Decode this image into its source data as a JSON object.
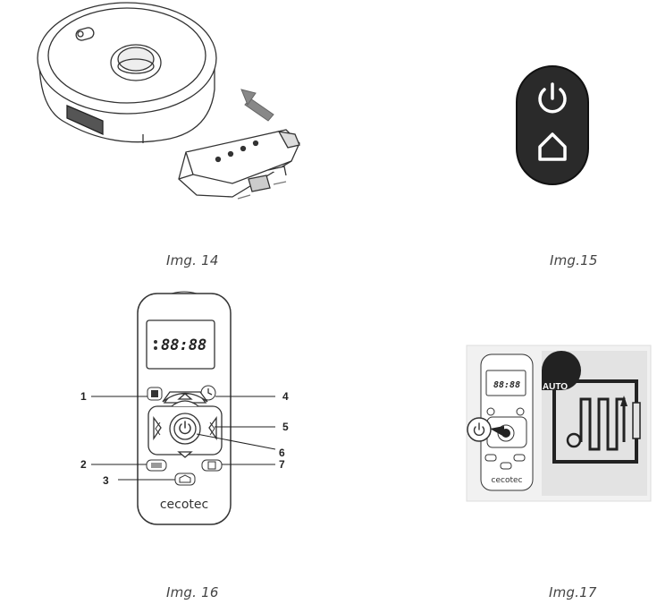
{
  "figures": {
    "img14": {
      "caption": "Img. 14"
    },
    "img15": {
      "caption": "Img.15"
    },
    "img16": {
      "caption": "Img. 16",
      "display": "88:88",
      "brand": "cecotec",
      "callouts": {
        "c1": "1",
        "c2": "2",
        "c3": "3",
        "c4": "4",
        "c5": "5",
        "c6": "6",
        "c7": "7"
      }
    },
    "img17": {
      "caption": "Img.17",
      "display": "88:88",
      "brand": "cecotec",
      "badge": "AUTO"
    }
  },
  "icons": [
    "power-icon",
    "home-icon",
    "clock-icon",
    "play-icon",
    "spot-icon",
    "arrow-icons"
  ]
}
